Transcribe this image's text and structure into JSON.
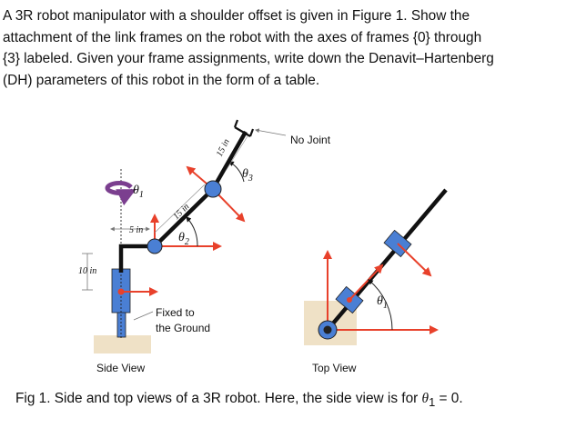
{
  "problem": {
    "lines": [
      "A 3R robot manipulator with a shoulder offset is given in Figure 1. Show the",
      "attachment of the link frames on the robot with the axes of frames {0} through",
      "{3} labeled. Given your frame assignments, write down the Denavit–Hartenberg",
      "(DH) parameters of this robot in the form of a table."
    ]
  },
  "figure": {
    "side_view": {
      "label": "Side View",
      "fixed_label_1": "Fixed to",
      "fixed_label_2": "the Ground",
      "no_joint": "No Joint",
      "dim_base": "10 in",
      "dim_offset": "5 in",
      "dim_link2": "15 in",
      "dim_link3": "15 in",
      "theta1": "θ",
      "theta1_sub": "1",
      "theta2": "θ",
      "theta2_sub": "2",
      "theta3": "θ",
      "theta3_sub": "3"
    },
    "top_view": {
      "label": "Top View",
      "theta1": "θ",
      "theta1_sub": "1"
    }
  },
  "caption": {
    "text": "Fig 1. Side and top views of a 3R robot. Here, the side view is for ",
    "math": "θ",
    "math_sub": "1",
    "math_rest": " = 0."
  },
  "colors": {
    "robot_blue": "#4a7fd4",
    "arrow_red": "#e8412b",
    "rotation_purple": "#7b3f8f",
    "ground": "#efe1c6",
    "link": "#111111"
  }
}
